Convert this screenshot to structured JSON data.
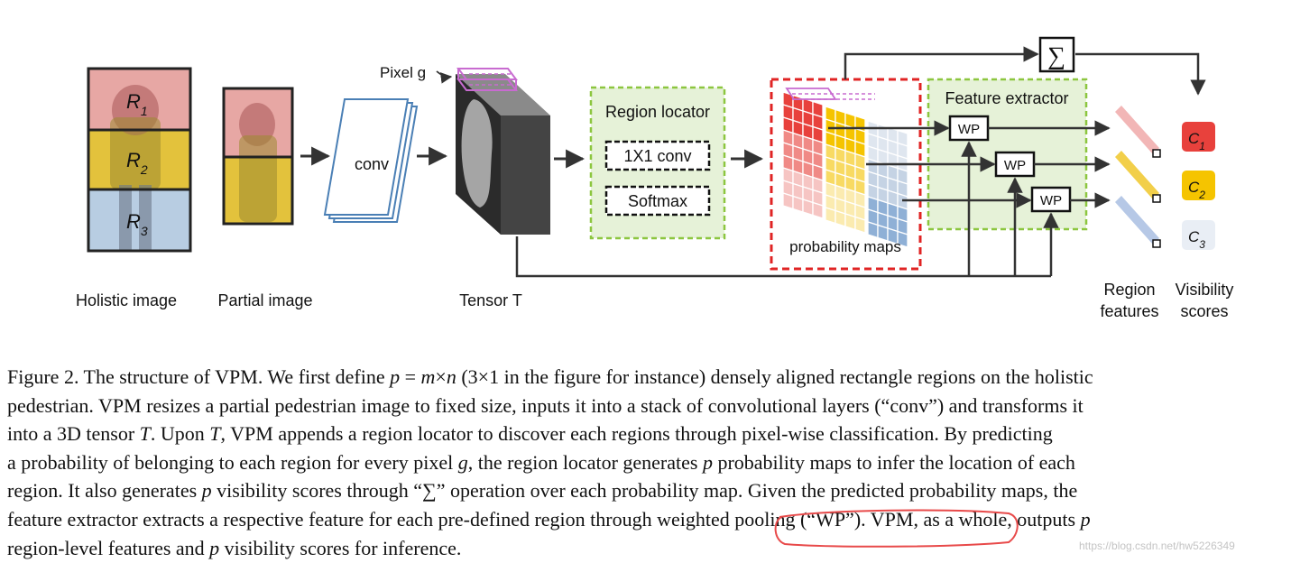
{
  "figure": {
    "holistic_regions": [
      "R1",
      "R2",
      "R3"
    ],
    "holistic_label": "Holistic image",
    "partial_label": "Partial image",
    "conv_label": "conv",
    "pixel_label": "Pixel g",
    "tensor_label": "Tensor T",
    "region_locator": {
      "title": "Region locator",
      "ops": [
        "1X1 conv",
        "Softmax"
      ]
    },
    "prob_maps_label": "probability maps",
    "feature_extractor_title": "Feature extractor",
    "wp_label": "WP",
    "sum_symbol": "∑",
    "visibility_scores": [
      "C1",
      "C2",
      "C3"
    ],
    "region_features_label": [
      "Region",
      "features"
    ],
    "visibility_scores_label": [
      "Visibility",
      "scores"
    ],
    "colors": {
      "red": "#e8413c",
      "yellow": "#f5c400",
      "blue": "#c9d6e6",
      "green_dash": "#8cc63f",
      "green_fill": "#e6f2d8",
      "red_dash": "#e02424",
      "conv_blue": "#4a7fb5",
      "pink": "#c86bd0"
    }
  },
  "caption": {
    "lines": [
      "Figure 2. The structure of VPM. We first define <i>p</i> = <i>m</i>×<i>n</i> (3×1 in the figure for instance) densely aligned rectangle regions on the holistic",
      "pedestrian.  VPM resizes a partial pedestrian image to fixed size, inputs it into a stack of convolutional layers (“conv”) and transforms it",
      "into a 3D tensor <i>T</i>.  Upon <i>T</i>, VPM appends a region locator to discover each regions through pixel-wise classification.  By predicting",
      "a probability of belonging to each region for every pixel <i>g</i>, the region locator generates <i>p</i> probability maps to infer the location of each",
      "region.  It also generates <i>p</i> visibility scores through “∑” operation over each probability map.  Given the predicted probability maps, the",
      "feature extractor extracts a respective feature for each pre-defined region through weighted pooling (“WP”).  VPM, as a whole, outputs <i>p</i>",
      "region-level features and <i>p</i> visibility scores for inference."
    ]
  },
  "watermark": "https://blog.csdn.net/hw5226349"
}
